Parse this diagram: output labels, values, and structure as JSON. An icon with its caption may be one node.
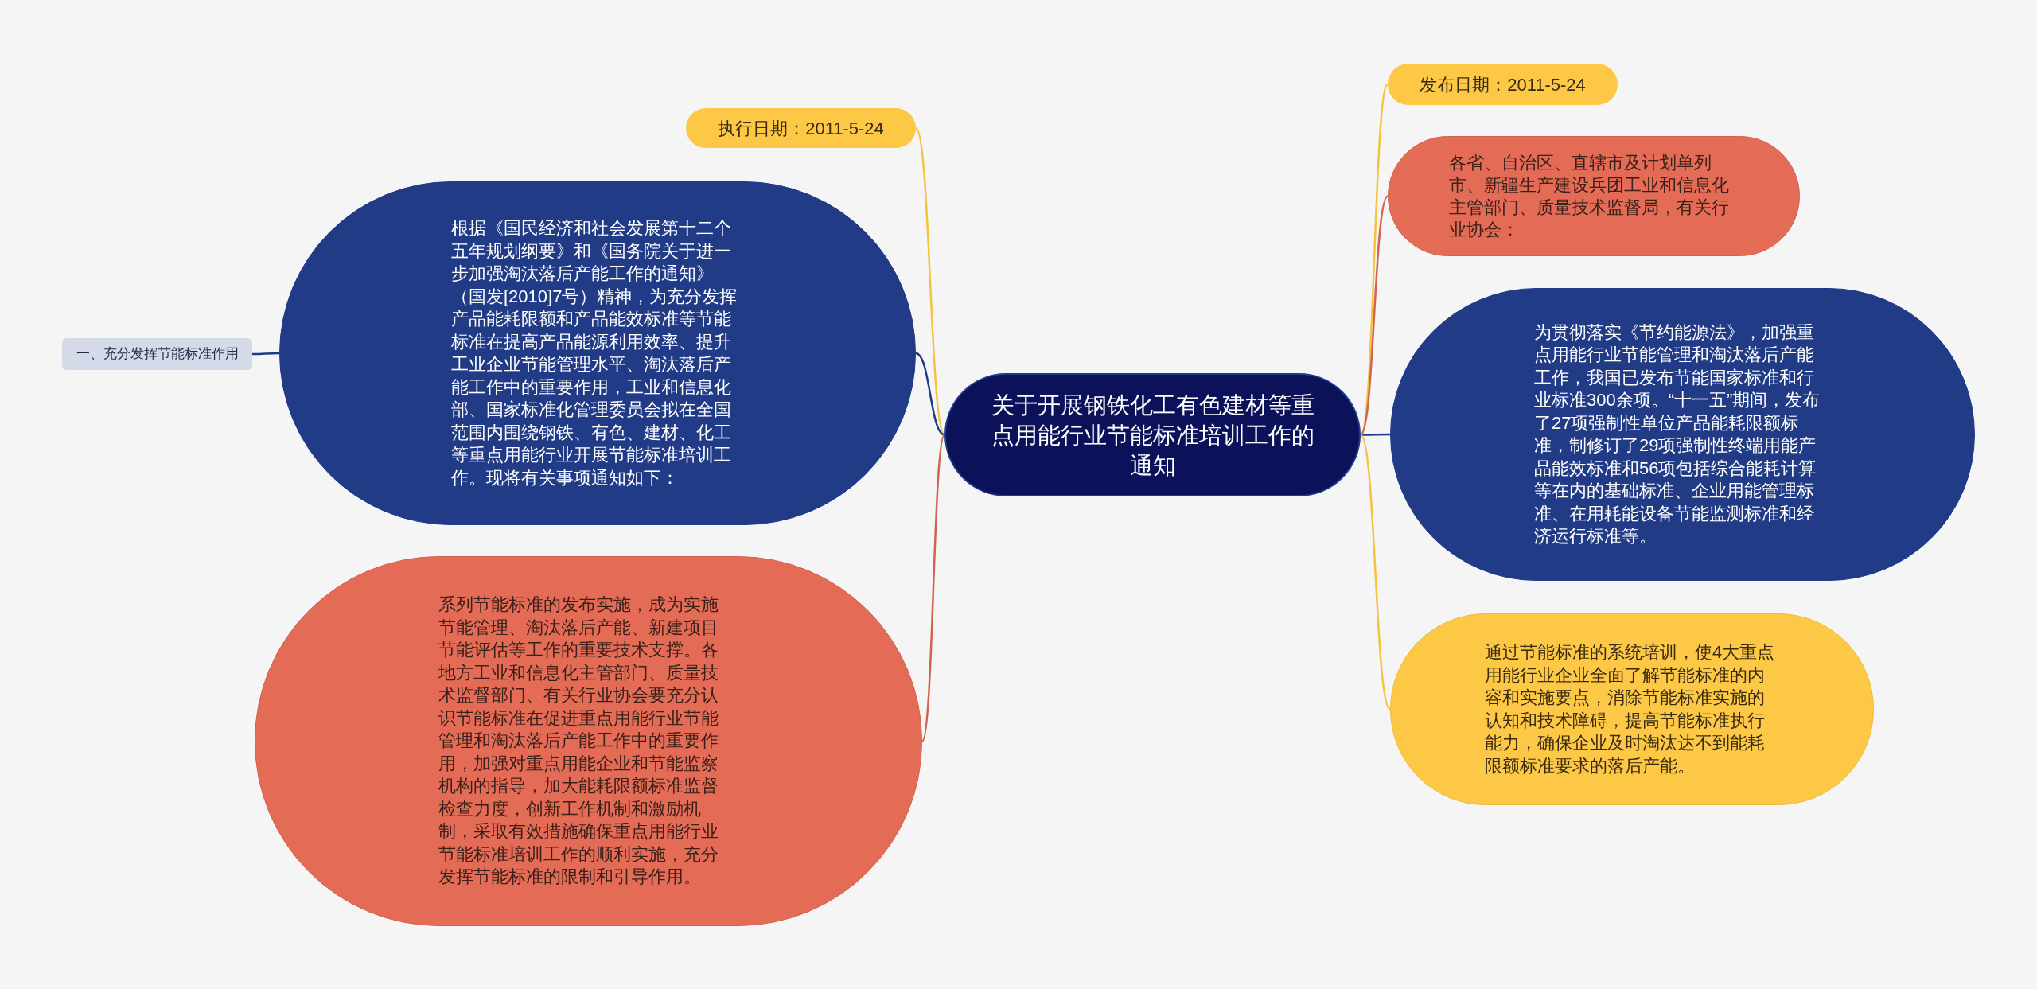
{
  "diagram": {
    "nodes": [
      {
        "text": [
          "执行日期：2011-5-24"
        ]
      },
      {
        "text": [
          "发布日期：2011-5-24"
        ]
      },
      {
        "text": [
          "各省、自治区、直辖市及计划单列市、新疆生产建设兵团工业和信息化主管部门、质量技术监督局，有关行业协会："
        ]
      },
      {
        "text": [
          "一、充分发挥节能标准作用"
        ]
      },
      {
        "text": [
          "根据《国民经济和社会发展第十二个五年规划纲要》和《国务院关于进一步加强淘汰落后产能工作的通知》（国发[2010]7号）精神，为充分发挥产品能耗限额和产品能效标准等节能标准在提高产品能源利用效率、提升工业企业节能管理水平、淘汰落后产能工作中的重要作用，工业和信息化部、国家标准化管理委员会拟在全国范围内围绕钢铁、有色、建材、化工等重点用能行业开展节能标准培训工作。现将有关事项通知如下："
        ]
      },
      {
        "text": [
          "关于开展钢铁化工有色建材等重点用能行业节能标准培训工作的通知"
        ]
      },
      {
        "text": [
          "为贯彻落实《节约能源法》，加强重点用能行业节能管理和淘汰落后产能工作，我国已发布节能国家标准和行业标准300余项。“十一五”期间，发布了27项强制性单位产品能耗限额标准，制修订了29项强制性终端用能产品能效标准和56项包括综合能耗计算等在内的基础标准、企业用能管理标准、在用耗能设备节能监测标准和经济运行标准等。"
        ]
      },
      {
        "text": [
          "系列节能标准的发布实施，成为实施节能管理、淘汰落后产能、新建项目节能评估等工作的重要技术支撑。各地方工业和信息化主管部门、质量技术监督部门、有关行业协会要充分认识节能标准在促进重点用能行业节能管理和淘汰落后产能工作中的重要作用，加强对重点用能企业和节能监察机构的指导，加大能耗限额标准监督检查力度，创新工作机制和激励机制，采取有效措施确保重点用能行业节能标准培训工作的顺利实施，充分发挥节能标准的限制和引导作用。"
        ]
      },
      {
        "text": [
          "通过节能标准的系统培训，使4大重点用能行业企业全面了解节能标准的内容和实施要点，消除节能标准实施的认知和技术障碍，提高节能标准执行能力，确保企业及时淘汰达不到能耗限额标准要求的落后产能。"
        ]
      }
    ],
    "edges": [
      {
        "from": 5,
        "to": 0,
        "arrow": "none",
        "color": "#f5c242"
      },
      {
        "from": 5,
        "to": 1,
        "arrow": "none",
        "color": "#f5c242"
      },
      {
        "from": 5,
        "to": 2,
        "arrow": "none",
        "color": "#d0644f"
      },
      {
        "from": 5,
        "to": 4,
        "arrow": "none",
        "color": "#1e3a8a"
      },
      {
        "from": 5,
        "to": 6,
        "arrow": "none",
        "color": "#1e3a8a"
      },
      {
        "from": 5,
        "to": 7,
        "arrow": "none",
        "color": "#d0644f"
      },
      {
        "from": 5,
        "to": 8,
        "arrow": "none",
        "color": "#f5c242"
      },
      {
        "from": 4,
        "to": 3,
        "arrow": "none",
        "color": "#1e3a8a"
      }
    ]
  }
}
